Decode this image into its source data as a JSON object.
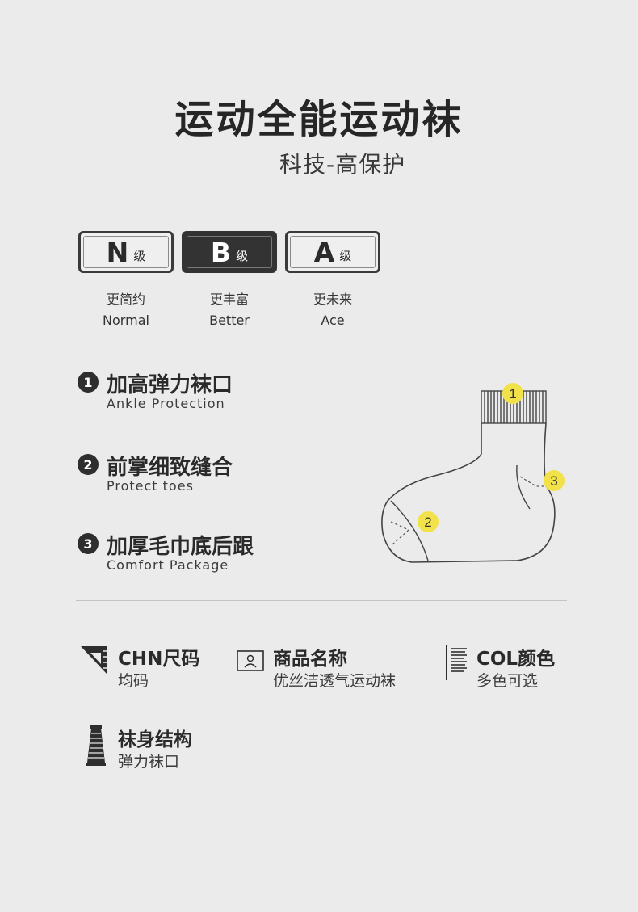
{
  "header": {
    "title": "运动全能运动袜",
    "subtitle": "科技-高保护"
  },
  "grades": [
    {
      "letter": "N",
      "level": "级",
      "zh": "更简约",
      "en": "Normal",
      "active": false
    },
    {
      "letter": "B",
      "level": "级",
      "zh": "更丰富",
      "en": "Better",
      "active": true
    },
    {
      "letter": "A",
      "level": "级",
      "zh": "更未来",
      "en": "Ace",
      "active": false
    }
  ],
  "features": [
    {
      "num": "1",
      "zh": "加高弹力袜口",
      "en": "Ankle Protection"
    },
    {
      "num": "2",
      "zh": "前掌细致缝合",
      "en": "Protect toes"
    },
    {
      "num": "3",
      "zh": "加厚毛巾底后跟",
      "en": "Comfort Package"
    }
  ],
  "diagram": {
    "markers": [
      "1",
      "2",
      "3"
    ],
    "marker_color": "#f2e24a"
  },
  "specs": [
    {
      "icon": "ruler-triangle-icon",
      "label": "CHN尺码",
      "value": "均码"
    },
    {
      "icon": "name-card-icon",
      "label": "商品名称",
      "value": "优丝洁透气运动袜"
    },
    {
      "icon": "color-swatch-icon",
      "label": "COL颜色",
      "value": "多色可选"
    },
    {
      "icon": "thread-spool-icon",
      "label": "袜身结构",
      "value": "弹力袜口"
    }
  ],
  "colors": {
    "background": "#ebebeb",
    "text": "#2c2c2c",
    "active_grade": "#333333"
  }
}
